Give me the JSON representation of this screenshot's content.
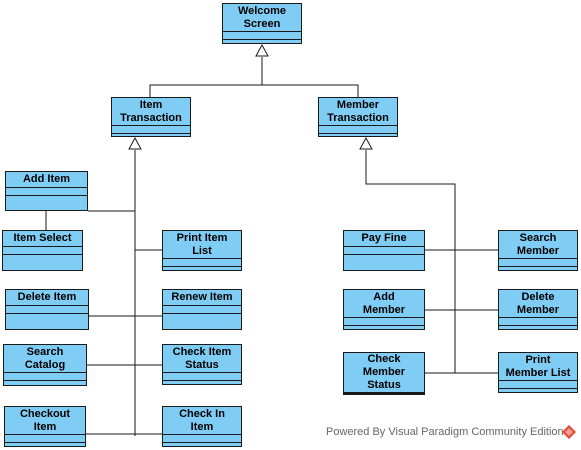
{
  "classes": {
    "welcome": "Welcome\nScreen",
    "item_transaction": "Item\nTransaction",
    "member_transaction": "Member\nTransaction",
    "add_item": "Add Item",
    "item_select": "Item Select",
    "print_item_list": "Print Item\nList",
    "delete_item": "Delete Item",
    "renew_item": "Renew Item",
    "search_catalog": "Search\nCatalog",
    "check_item_status": "Check Item\nStatus",
    "checkout_item": "Checkout\nItem",
    "check_in_item": "Check In\nItem",
    "pay_fine": "Pay Fine",
    "search_member": "Search\nMember",
    "add_member": "Add\nMember",
    "delete_member": "Delete\nMember",
    "check_member_status": "Check\nMember\nStatus",
    "print_member_list": "Print\nMember List"
  },
  "footer": "Powered By Visual Paradigm Community Edition",
  "colors": {
    "class_fill": "#7fcdf5",
    "line": "#1a1a1a",
    "footer_text": "#666666",
    "logo": "#e04a3a"
  }
}
